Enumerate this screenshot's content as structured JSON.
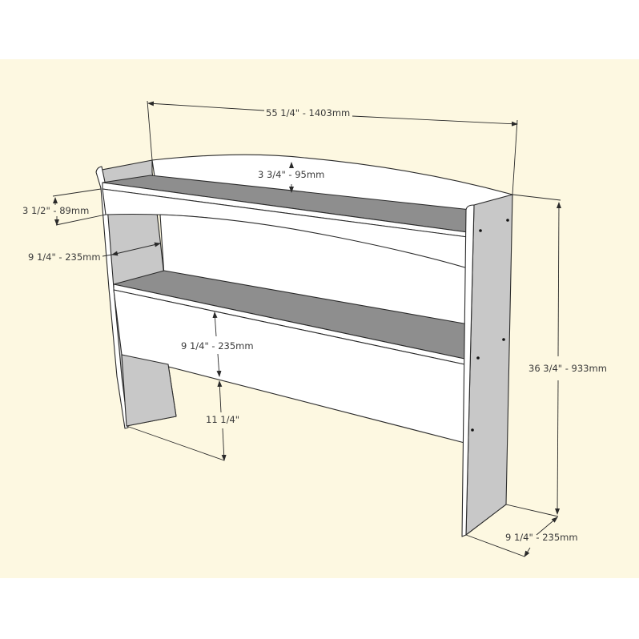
{
  "diagram": {
    "subject": "Bookcase headboard dimensions",
    "colors": {
      "background": "#fdf8e1",
      "page": "#ffffff",
      "panel_face": "#ffffff",
      "side_panel": "#c8c8c8",
      "shelf_top": "#8e8e8e",
      "line": "#2a2a2a"
    },
    "dimensions": {
      "overall_width": "55 1/4\" - 1403mm",
      "top_arch_height": "3 3/4\" - 95mm",
      "top_rail_height": "3 1/2\" - 89mm",
      "upper_depth": "9 1/4\" - 235mm",
      "lower_panel_height": "9 1/4\" - 235mm",
      "leg_clearance": "11 1/4\"",
      "overall_height": "36 3/4\" - 933mm",
      "base_depth": "9 1/4\" - 235mm"
    }
  }
}
